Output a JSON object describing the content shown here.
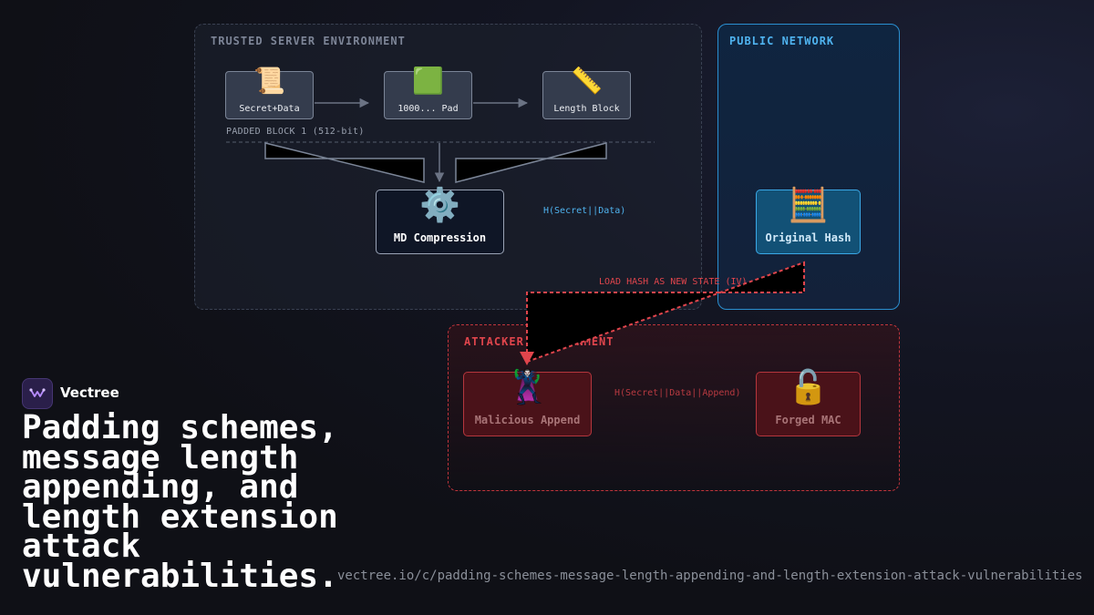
{
  "zones": {
    "trusted": "TRUSTED SERVER ENVIRONMENT",
    "public": "PUBLIC NETWORK",
    "attacker": "ATTACKER ENVIRONMENT"
  },
  "blocks": {
    "secret": {
      "icon": "📜",
      "icon_name": "scroll-icon",
      "label": "Secret+Data"
    },
    "pad": {
      "icon": "🟩",
      "icon_name": "green-square-icon",
      "label": "1000... Pad"
    },
    "length": {
      "icon": "📏",
      "icon_name": "ruler-icon",
      "label": "Length Block"
    }
  },
  "padded_block_label": "PADDED BLOCK 1 (512-bit)",
  "md": {
    "icon": "⚙️",
    "icon_name": "gear-icon",
    "label": "MD Compression"
  },
  "hash_edge_label": "H(Secret||Data)",
  "original": {
    "icon": "🧮",
    "icon_name": "abacus-icon",
    "label": "Original Hash"
  },
  "load_edge_label": "LOAD HASH AS NEW STATE (IV)",
  "malicious": {
    "icon": "🦹",
    "icon_name": "villain-icon",
    "label": "Malicious Append"
  },
  "append_edge_label": "H(Secret||Data||Append)",
  "forged": {
    "icon": "🔓",
    "icon_name": "unlocked-padlock-icon",
    "label": "Forged MAC"
  },
  "brand": {
    "name": "Vectree"
  },
  "headline": "Padding schemes, message length appending, and length extension attack vulnerabilities.",
  "url": "vectree.io/c/padding-schemes-message-length-appending-and-length-extension-attack-vulnerabilities",
  "colors": {
    "trusted_border": "#3a4152",
    "public_accent": "#2a8fd0",
    "attacker_accent": "#c0353c",
    "connector_gray": "#6b7384"
  }
}
